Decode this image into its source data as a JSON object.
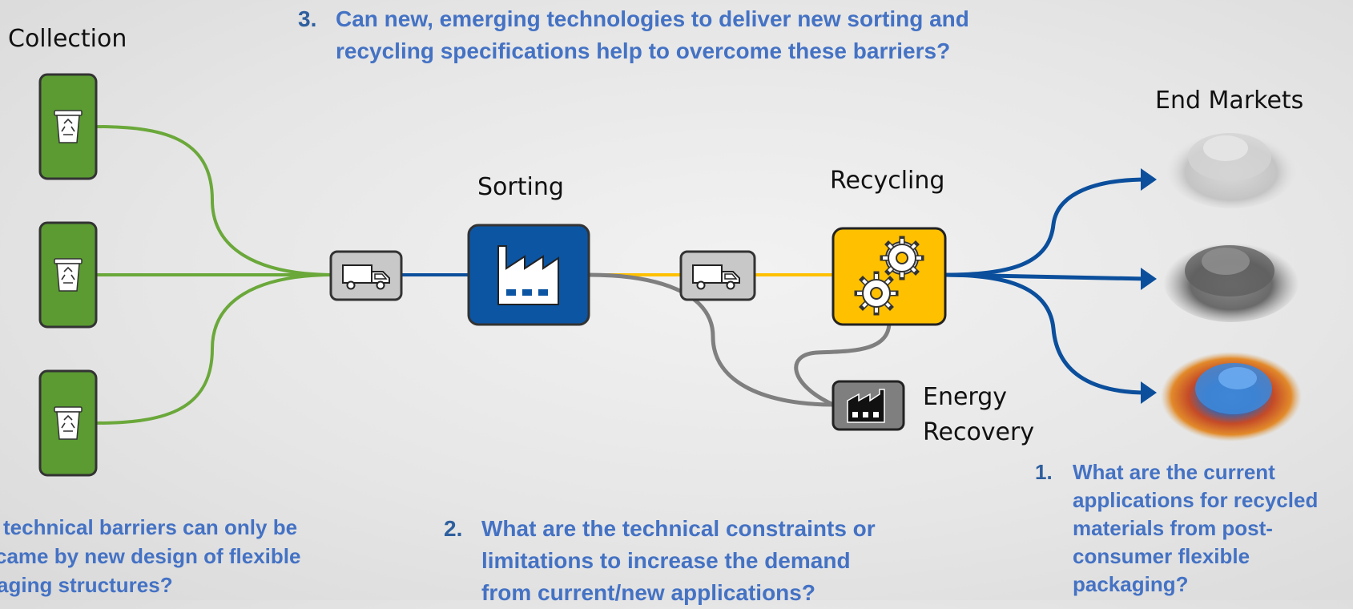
{
  "stages": {
    "collection": "Collection",
    "sorting": "Sorting",
    "recycling": "Recycling",
    "energy_recovery": [
      "Energy",
      "Recovery"
    ],
    "end_markets": "End Markets"
  },
  "questions": {
    "q1": {
      "number": "1.",
      "lines": [
        "What are the current",
        "applications for recycled",
        "materials from post-",
        "consumer flexible",
        "packaging?"
      ]
    },
    "q2": {
      "number": "2.",
      "lines": [
        "What are the technical constraints or",
        "limitations to increase the demand",
        "from current/new applications?"
      ]
    },
    "q3": {
      "number": "3.",
      "lines": [
        "Can new, emerging technologies to deliver new sorting and",
        "recycling specifications help to overcome these barriers?"
      ]
    },
    "q4": {
      "lines": [
        "technical barriers can only be",
        "came by new design of flexible",
        "aging structures?"
      ]
    }
  },
  "colors": {
    "collection_green": "#5b9b32",
    "flow_blue": "#0b4f9c",
    "sorting_blue": "#0b55a3",
    "recycling_yellow": "#ffc000",
    "energy_gray": "#7f7f7f",
    "truck_gray": "#c8c8c8",
    "question_blue": "#4472c4"
  },
  "icons": [
    "recycle-bin-icon",
    "truck-icon",
    "factory-icon",
    "gears-icon",
    "factory-small-icon"
  ]
}
